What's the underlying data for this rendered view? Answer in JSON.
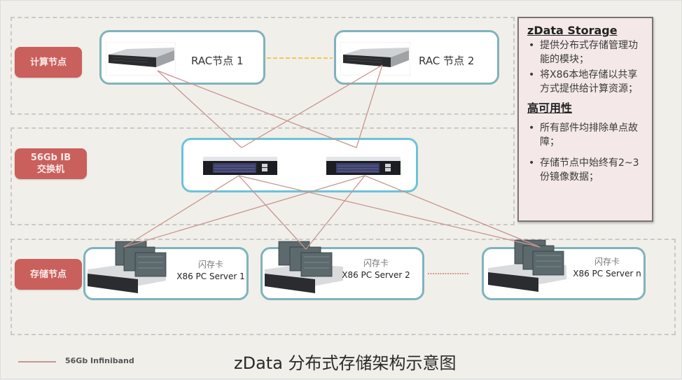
{
  "diagram": {
    "caption": "zData 分布式存储架构示意图",
    "legend": {
      "line_label": "56Gb Infiniband",
      "line_color": "#c8958f"
    },
    "tiers": [
      {
        "id": "compute",
        "label_lines": [
          "计算节点"
        ]
      },
      {
        "id": "switch",
        "label_lines": [
          "56Gb IB",
          "交换机"
        ]
      },
      {
        "id": "storage",
        "label_lines": [
          "存储节点"
        ]
      }
    ],
    "compute_nodes": [
      {
        "label": "RAC节点  1",
        "icon": "rack-server-icon"
      },
      {
        "label": "RAC  节点  2",
        "icon": "rack-server-icon"
      }
    ],
    "rac_interconnect": {
      "style": "dashed",
      "color": "#f2c94c"
    },
    "switches": [
      {
        "icon": "ib-switch-icon"
      },
      {
        "icon": "ib-switch-icon"
      }
    ],
    "storage_nodes": [
      {
        "card_label": "闪存卡",
        "name": "X86 PC Server 1",
        "icon": "server-with-flash-cards-icon"
      },
      {
        "card_label": "闪存卡",
        "name": "X86 PC Server 2",
        "icon": "server-with-flash-cards-icon"
      },
      {
        "card_label": "闪存卡",
        "name": "X86 PC Server n",
        "icon": "server-with-flash-cards-icon"
      }
    ],
    "storage_ellipsis": {
      "style": "dotted",
      "color": "#c8605a"
    },
    "links": [
      {
        "from": "compute_nodes.0",
        "to": "switches.0"
      },
      {
        "from": "compute_nodes.0",
        "to": "switches.1"
      },
      {
        "from": "compute_nodes.1",
        "to": "switches.0"
      },
      {
        "from": "compute_nodes.1",
        "to": "switches.1"
      },
      {
        "from": "switches.0",
        "to": "storage_nodes.0"
      },
      {
        "from": "switches.0",
        "to": "storage_nodes.1"
      },
      {
        "from": "switches.0",
        "to": "storage_nodes.2"
      },
      {
        "from": "switches.1",
        "to": "storage_nodes.0"
      },
      {
        "from": "switches.1",
        "to": "storage_nodes.1"
      },
      {
        "from": "switches.1",
        "to": "storage_nodes.2"
      }
    ]
  },
  "info_panel": {
    "section1_title": "zData Storage",
    "section1_items": [
      "提供分布式存储管理功能的模块；",
      "将X86本地存储以共享方式提供给计算资源；"
    ],
    "section2_title": "高可用性",
    "section2_items": [
      "所有部件均排除单点故障；",
      "存储节点中始终有2~3份镜像数据；"
    ]
  }
}
